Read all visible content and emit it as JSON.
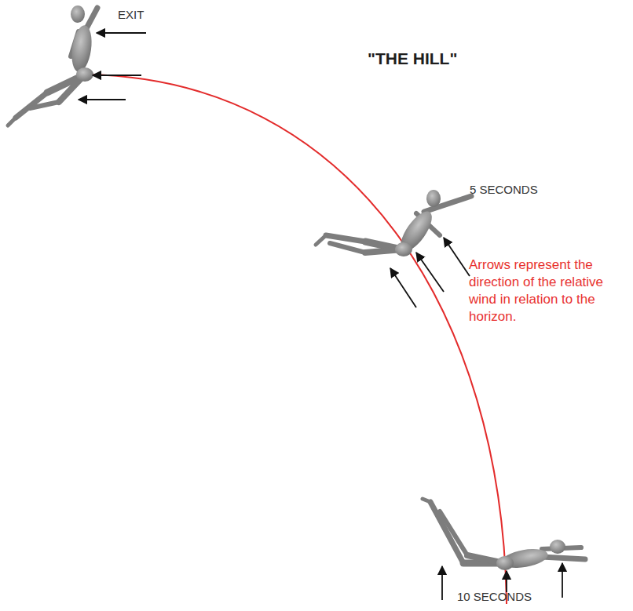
{
  "diagram": {
    "title": "\"THE HILL\"",
    "labels": [
      "EXIT",
      "5 SECONDS",
      "Arrows represent the direction of the relative wind in relation to the horizon.",
      "10 SECONDS"
    ]
  }
}
